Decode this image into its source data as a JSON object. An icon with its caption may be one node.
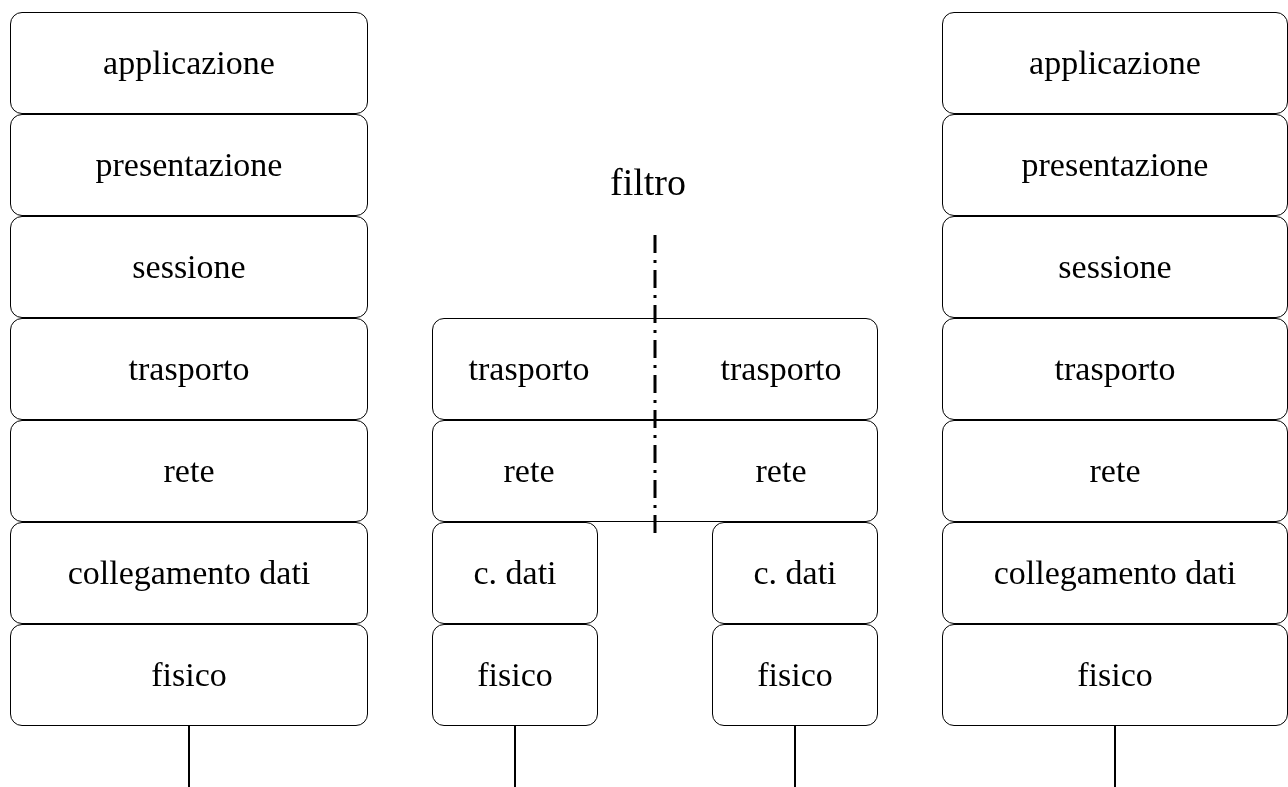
{
  "diagram": {
    "nodes": [
      {
        "text": [
          "applicazione"
        ]
      },
      {
        "text": [
          "presentazione"
        ]
      },
      {
        "text": [
          "sessione"
        ]
      },
      {
        "text": [
          "trasporto"
        ]
      },
      {
        "text": [
          "rete"
        ]
      },
      {
        "text": [
          "collegamento dati"
        ]
      },
      {
        "text": [
          "fisico"
        ]
      },
      {
        "text": [
          "trasporto",
          "trasporto"
        ]
      },
      {
        "text": [
          "rete",
          "rete"
        ]
      },
      {
        "text": [
          "c. dati"
        ]
      },
      {
        "text": [
          "c. dati"
        ]
      },
      {
        "text": [
          "fisico"
        ]
      },
      {
        "text": [
          "fisico"
        ]
      },
      {
        "text": [
          "applicazione"
        ]
      },
      {
        "text": [
          "presentazione"
        ]
      },
      {
        "text": [
          "sessione"
        ]
      },
      {
        "text": [
          "trasporto"
        ]
      },
      {
        "text": [
          "rete"
        ]
      },
      {
        "text": [
          "collegamento dati"
        ]
      },
      {
        "text": [
          "fisico"
        ]
      }
    ],
    "edges": [
      {
        "from": 6,
        "to": null,
        "arrow": "none"
      },
      {
        "from": 11,
        "to": null,
        "arrow": "none"
      },
      {
        "from": 12,
        "to": null,
        "arrow": "none"
      },
      {
        "from": 19,
        "to": null,
        "arrow": "none"
      }
    ],
    "labels": [
      "filtro"
    ]
  }
}
